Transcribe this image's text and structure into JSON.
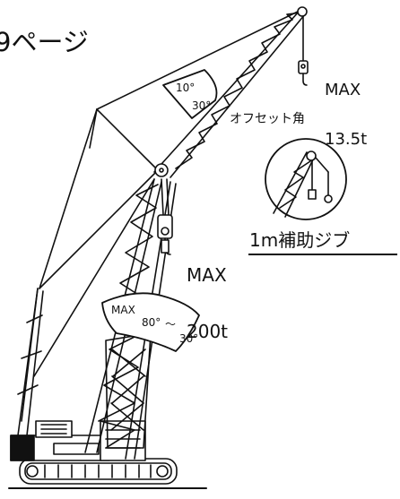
{
  "labels": {
    "page_ref": "9ページ",
    "max_top_line1": "MAX",
    "max_top_line2": "13.5t",
    "offset_angle": "オフセット角",
    "max_mid_line1": "MAX",
    "max_mid_line2": "200t",
    "aux_jib": "1m補助ジブ"
  },
  "angle_badges": {
    "offset_deg_1": "10°",
    "offset_deg_2": "30°",
    "boom_max": "MAX",
    "boom_deg_1": "80°",
    "boom_tilde": "～",
    "boom_deg_2": "30°"
  },
  "colors": {
    "ink": "#111111",
    "background": "#ffffff"
  }
}
